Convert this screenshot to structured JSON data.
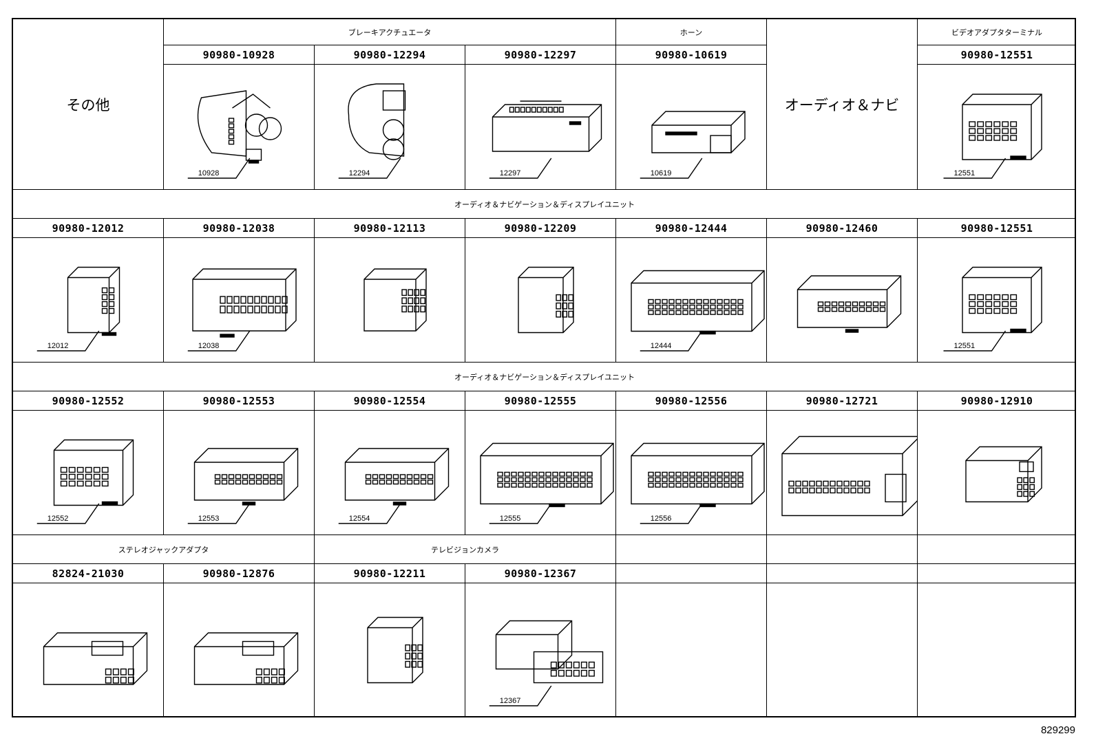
{
  "top_left_label": "その他",
  "row1": {
    "brake_actuator": "ブレーキアクチュエータ",
    "horn": "ホーン",
    "audio_navi": "オーディオ＆ナビ",
    "video_adapter": "ビデオアダプタターミナル",
    "parts": [
      "90980-10928",
      "90980-12294",
      "90980-12297",
      "90980-10619",
      "90980-12551"
    ],
    "callouts": [
      "10928",
      "12294",
      "12297",
      "10619",
      "12551"
    ]
  },
  "row2": {
    "category": "オーディオ＆ナビゲーション＆ディスプレイユニット",
    "parts": [
      "90980-12012",
      "90980-12038",
      "90980-12113",
      "90980-12209",
      "90980-12444",
      "90980-12460",
      "90980-12551"
    ],
    "callouts": [
      "12012",
      "12038",
      "12444",
      "12551"
    ]
  },
  "row3": {
    "category": "オーディオ＆ナビゲーション＆ディスプレイユニット",
    "parts": [
      "90980-12552",
      "90980-12553",
      "90980-12554",
      "90980-12555",
      "90980-12556",
      "90980-12721",
      "90980-12910"
    ],
    "callouts": [
      "12552",
      "12553",
      "12554",
      "12555",
      "12556"
    ]
  },
  "row4": {
    "stereo_jack": "ステレオジャックアダプタ",
    "tv_camera": "テレビジョンカメラ",
    "parts": [
      "82824-21030",
      "90980-12876",
      "90980-12211",
      "90980-12367"
    ],
    "callouts": [
      "12367"
    ]
  },
  "footer_code": "829299"
}
